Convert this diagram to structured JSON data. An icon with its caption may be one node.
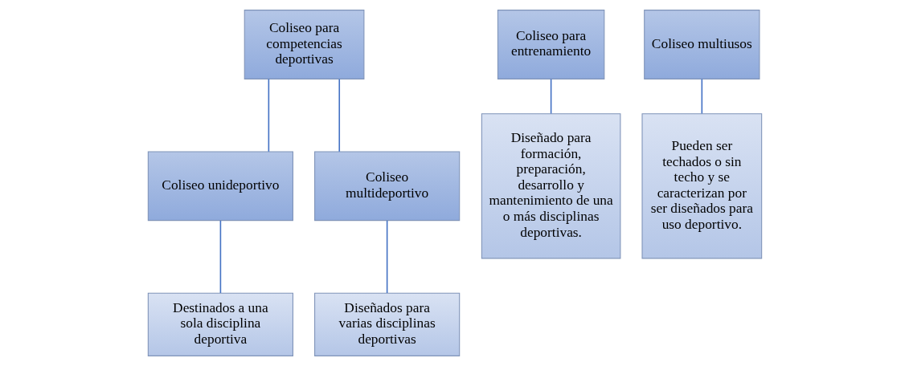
{
  "diagram": {
    "nodes": [
      {
        "text": [
          "Coliseo para competencias deportivas"
        ]
      },
      {
        "text": [
          "Coliseo unideportivo"
        ]
      },
      {
        "text": [
          "Coliseo multideportivo"
        ]
      },
      {
        "text": [
          "Destinados a una sola disciplina deportiva"
        ]
      },
      {
        "text": [
          "Diseñados para varias disciplinas deportivas"
        ]
      },
      {
        "text": [
          "Coliseo para entrenamiento"
        ]
      },
      {
        "text": [
          "Diseñado para formación, preparación, desarrollo y mantenimiento de una o más disciplinas deportivas."
        ]
      },
      {
        "text": [
          "Coliseo multiusos"
        ]
      },
      {
        "text": [
          "Pueden ser techados o sin techo y se caracterizan por ser diseñados para uso deportivo."
        ]
      }
    ],
    "edges": [
      {
        "from": 0,
        "to": 1,
        "arrow": "none"
      },
      {
        "from": 0,
        "to": 2,
        "arrow": "none"
      },
      {
        "from": 1,
        "to": 3,
        "arrow": "none"
      },
      {
        "from": 2,
        "to": 4,
        "arrow": "none"
      },
      {
        "from": 5,
        "to": 6,
        "arrow": "none"
      },
      {
        "from": 7,
        "to": 8,
        "arrow": "none"
      }
    ]
  }
}
